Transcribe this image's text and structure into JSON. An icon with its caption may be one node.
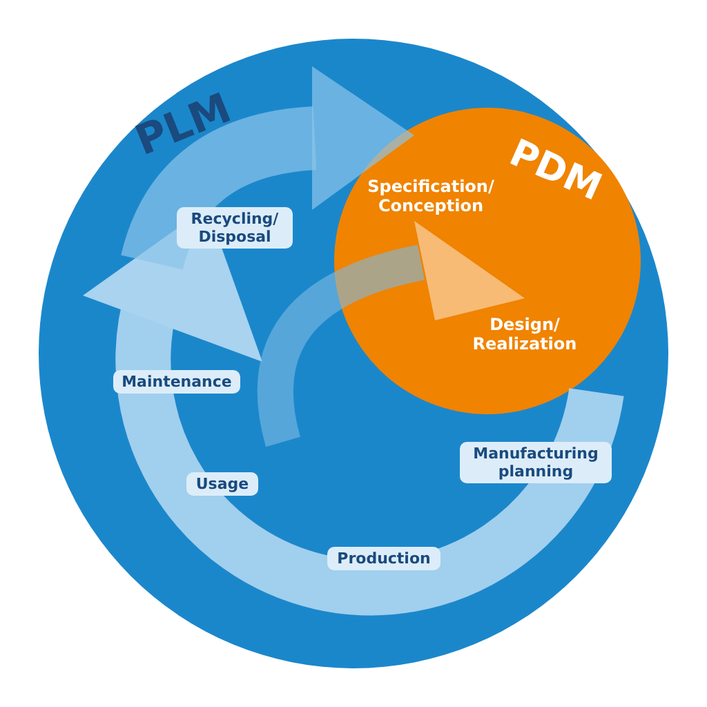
{
  "diagram": {
    "nodes": [
      {
        "text": [
          "PLM"
        ]
      },
      {
        "text": [
          "PDM",
          "Specification/ Conception",
          "Design/ Realization"
        ],
        "in": 0
      },
      {
        "text": [
          "Recycling/ Disposal"
        ],
        "in": 0
      },
      {
        "text": [
          "Maintenance"
        ],
        "in": 0
      },
      {
        "text": [
          "Usage"
        ],
        "in": 0
      },
      {
        "text": [
          "Production"
        ],
        "in": 0
      },
      {
        "text": [
          "Manufacturing planning"
        ],
        "in": 0
      }
    ]
  }
}
